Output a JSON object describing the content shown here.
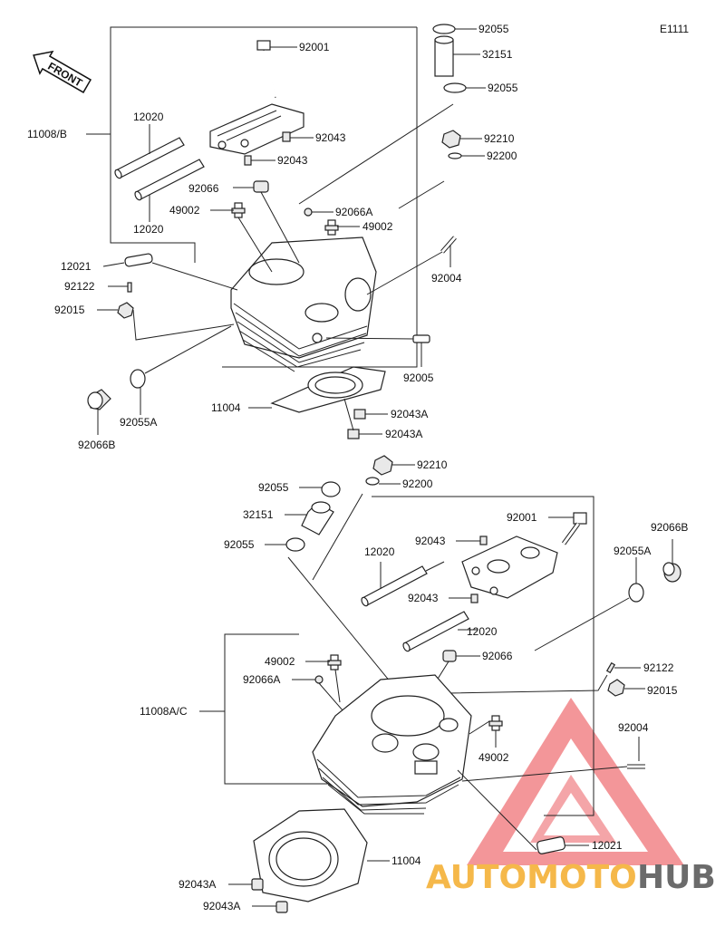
{
  "diagram_code": "E1111",
  "front_label": "FRONT",
  "watermark": {
    "text_a": "AUTOMOTO",
    "text_b": "HUB",
    "color_a": "#f5b84a",
    "color_b": "#6b6b6b",
    "logo_color": "#e8383d"
  },
  "labels": {
    "p92055_t1": "92055",
    "p32151_t": "32151",
    "p92055_t2": "92055",
    "p92001_t": "92001",
    "p92043_t1": "92043",
    "p92043_t2": "92043",
    "p12020_t1": "12020",
    "p12020_t2": "12020",
    "p11008B": "11008/B",
    "p92210_t": "92210",
    "p92200_t": "92200",
    "p92066_t": "92066",
    "p49002_t1": "49002",
    "p92066A_t": "92066A",
    "p49002_t2": "49002",
    "p92004_t": "92004",
    "p12021_t": "12021",
    "p92122_t": "92122",
    "p92015_t": "92015",
    "p92005_t": "92005",
    "p92055A_t": "92055A",
    "p92066B_t": "92066B",
    "p11004_t": "11004",
    "p92043A_t1": "92043A",
    "p92043A_t2": "92043A",
    "p92210_b": "92210",
    "p92200_b": "92200",
    "p92055_b1": "92055",
    "p32151_b": "32151",
    "p92055_b2": "92055",
    "p92001_b": "92001",
    "p92043_b1": "92043",
    "p92066B_b": "92066B",
    "p12020_b1": "12020",
    "p92055A_b": "92055A",
    "p92043_b2": "92043",
    "p12020_b2": "12020",
    "p49002_b1": "49002",
    "p92066_b": "92066",
    "p92122_b": "92122",
    "p92066A_b": "92066A",
    "p92015_b": "92015",
    "p11008AC": "11008A/C",
    "p92004_b": "92004",
    "p49002_b2": "49002",
    "p12021_b": "12021",
    "p11004_b": "11004",
    "p92043A_b1": "92043A",
    "p92043A_b2": "92043A"
  }
}
